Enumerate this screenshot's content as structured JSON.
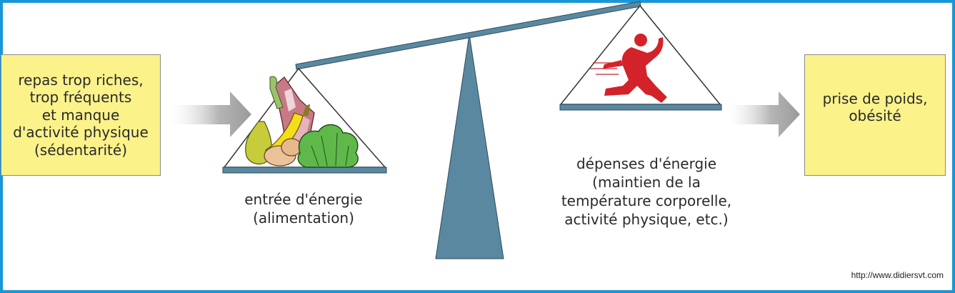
{
  "cause_box": {
    "lines": [
      "repas trop riches,",
      "trop fréquents",
      "et manque",
      "d'activité physique",
      "(sédentarité)"
    ]
  },
  "consequence_box": {
    "lines": [
      "prise de poids,",
      "obésité"
    ]
  },
  "energy_input": {
    "lines": [
      "entrée d'énergie",
      "(alimentation)"
    ]
  },
  "energy_output": {
    "lines": [
      "dépenses d'énergie",
      "(maintien de la",
      "température corporelle,",
      "activité physique, etc.)"
    ]
  },
  "credit": "http://www.didiersvt.com",
  "colors": {
    "frame": "#1a96d8",
    "box_fill": "#fbf28a",
    "scale": "#5a88a0",
    "runner": "#d2232a",
    "arrow": "#a8a8a8"
  },
  "icons": [
    "food-icon",
    "runner-icon",
    "arrow-right-icon",
    "balance-scale-icon"
  ]
}
